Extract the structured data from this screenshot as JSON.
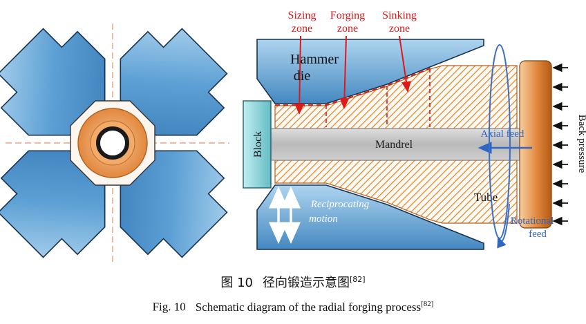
{
  "labels": {
    "sizing": "Sizing",
    "forging": "Forging",
    "sinking": "Sinking",
    "zone": "zone",
    "hammer_l1": "Hammer",
    "hammer_l2": "die",
    "block": "Block",
    "mandrel": "Mandrel",
    "axial_feed": "Axial feed",
    "tube": "Tube",
    "recip_l1": "Reciprocating",
    "recip_l2": "motion",
    "rot_l1": "Rotational",
    "rot_l2": "feed",
    "back_pressure": "Back pressure"
  },
  "colors": {
    "zone_red": "#e01818",
    "feed_blue": "#2f66c0",
    "die_blue": "#5b9fd4",
    "tube_orange": "#e2802a",
    "block_cyan": "#8fd8de",
    "mandrel_gray": "#bfbfbf",
    "ink": "#111111",
    "white": "#ffffff"
  },
  "caption": {
    "zh_fig": "图 10",
    "zh_text": "径向锻造示意图",
    "zh_ref": "[82]",
    "en_fig": "Fig. 10",
    "en_text": "Schematic diagram of the radial forging process",
    "en_ref": "[82]"
  }
}
